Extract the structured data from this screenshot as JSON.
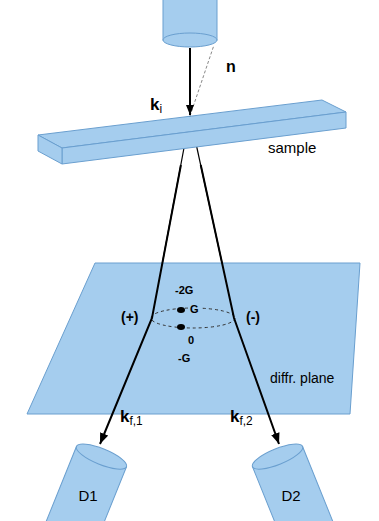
{
  "diagram": {
    "nodes": [
      {
        "text": [
          "sample"
        ]
      },
      {
        "text": [
          "diffr. plane"
        ]
      },
      {
        "text": [
          "D1"
        ]
      },
      {
        "text": [
          "D2"
        ]
      }
    ],
    "edges": [
      {
        "from": 0,
        "to": 2,
        "arrow": "to",
        "label": "kf,1"
      },
      {
        "from": 0,
        "to": 3,
        "arrow": "to",
        "label": "kf,2"
      }
    ],
    "labels": [
      "ki",
      "n",
      "-2G",
      "G",
      "0",
      "-G",
      "(+)",
      "(-)"
    ]
  }
}
